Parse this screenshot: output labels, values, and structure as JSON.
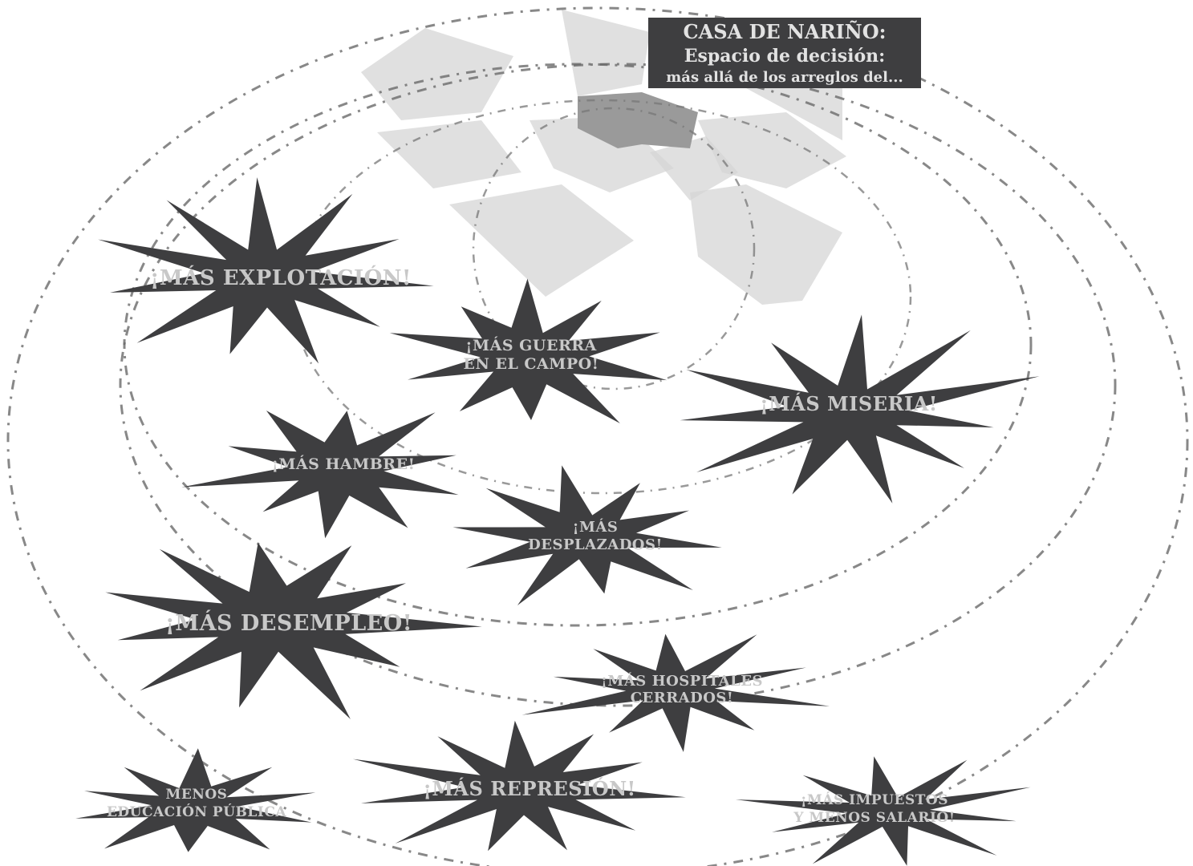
{
  "caption": {
    "lines": [
      "CASA DE NARIÑO:",
      "Espacio de decisión:",
      "más allá de los arreglos del..."
    ]
  },
  "bursts": [
    {
      "id": "explotacion",
      "lines": [
        "¡MÁS EXPLOTACIÓN!"
      ]
    },
    {
      "id": "guerra",
      "lines": [
        "¡MÁS GUERRA",
        "EN EL CAMPO!"
      ]
    },
    {
      "id": "miseria",
      "lines": [
        "¡MÁS MISERIA!"
      ]
    },
    {
      "id": "hambre",
      "lines": [
        "¡MÁS HAMBRE!"
      ]
    },
    {
      "id": "desplazados",
      "lines": [
        "¡MÁS",
        "DESPLAZADOS!"
      ]
    },
    {
      "id": "desempleo",
      "lines": [
        "¡MÁS DESEMPLEO!"
      ]
    },
    {
      "id": "hospitales",
      "lines": [
        "¡MÁS HOSPITALES",
        "CERRADOS!"
      ]
    },
    {
      "id": "educacion",
      "lines": [
        "MENOS",
        "EDUCACIÓN PÚBLICA"
      ]
    },
    {
      "id": "represion",
      "lines": [
        "¡MÁS REPRESIÓN!"
      ]
    },
    {
      "id": "impuestos",
      "lines": [
        "¡MÁS IMPUESTOS",
        "Y MENOS SALARIO!"
      ]
    }
  ],
  "colors": {
    "burst": "#3e3e40",
    "label": "#c8c8c8",
    "rings": "#6a6a6a",
    "blocks": "#d6d6d6"
  }
}
